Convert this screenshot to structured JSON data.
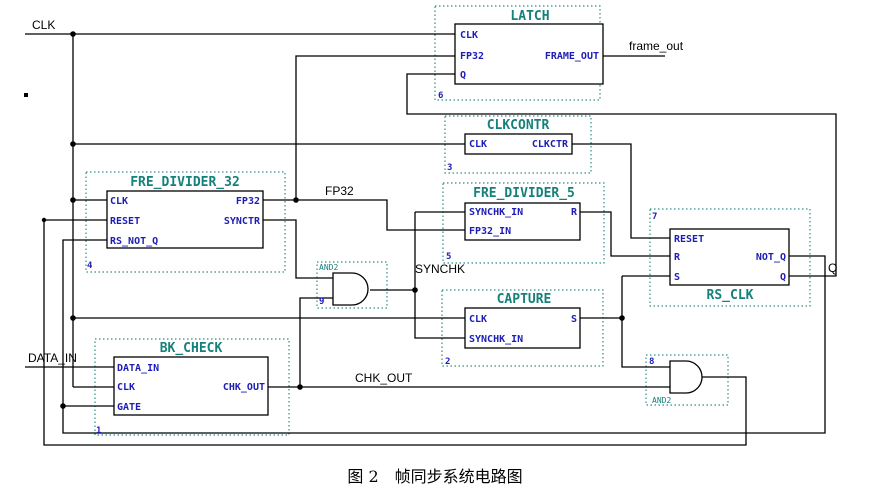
{
  "caption": "图 2　帧同步系统电路图",
  "nets": {
    "clk": "CLK",
    "data_in": "DATA_IN",
    "fp32": "FP32",
    "synchk": "SYNCHK",
    "chk_out": "CHK_OUT",
    "frame_out": "frame_out",
    "q": "Q"
  },
  "blocks": {
    "latch": {
      "title": "LATCH",
      "num": "6",
      "in": [
        "CLK",
        "FP32",
        "Q"
      ],
      "out": [
        "FRAME_OUT"
      ]
    },
    "clkcontr": {
      "title": "CLKCONTR",
      "num": "3",
      "in": [
        "CLK"
      ],
      "out": [
        "CLKCTR"
      ]
    },
    "fre_divider_32": {
      "title": "FRE_DIVIDER_32",
      "num": "4",
      "in": [
        "CLK",
        "RESET",
        "RS_NOT_Q"
      ],
      "out": [
        "FP32",
        "SYNCTR"
      ]
    },
    "fre_divider_5": {
      "title": "FRE_DIVIDER_5",
      "num": "5",
      "in": [
        "SYNCHK_IN",
        "FP32_IN"
      ],
      "out": [
        "R"
      ]
    },
    "rs_clk": {
      "title": "RS_CLK",
      "num": "7",
      "in": [
        "RESET",
        "R",
        "S"
      ],
      "out": [
        "NOT_Q",
        "Q"
      ]
    },
    "capture": {
      "title": "CAPTURE",
      "num": "2",
      "in": [
        "CLK",
        "SYNCHK_IN"
      ],
      "out": [
        "S"
      ]
    },
    "bk_check": {
      "title": "BK_CHECK",
      "num": "1",
      "in": [
        "DATA_IN",
        "CLK",
        "GATE"
      ],
      "out": [
        "CHK_OUT"
      ]
    }
  },
  "gates": {
    "and_9": {
      "name": "AND2",
      "num": "9"
    },
    "and_8": {
      "name": "AND2",
      "num": "8"
    }
  }
}
